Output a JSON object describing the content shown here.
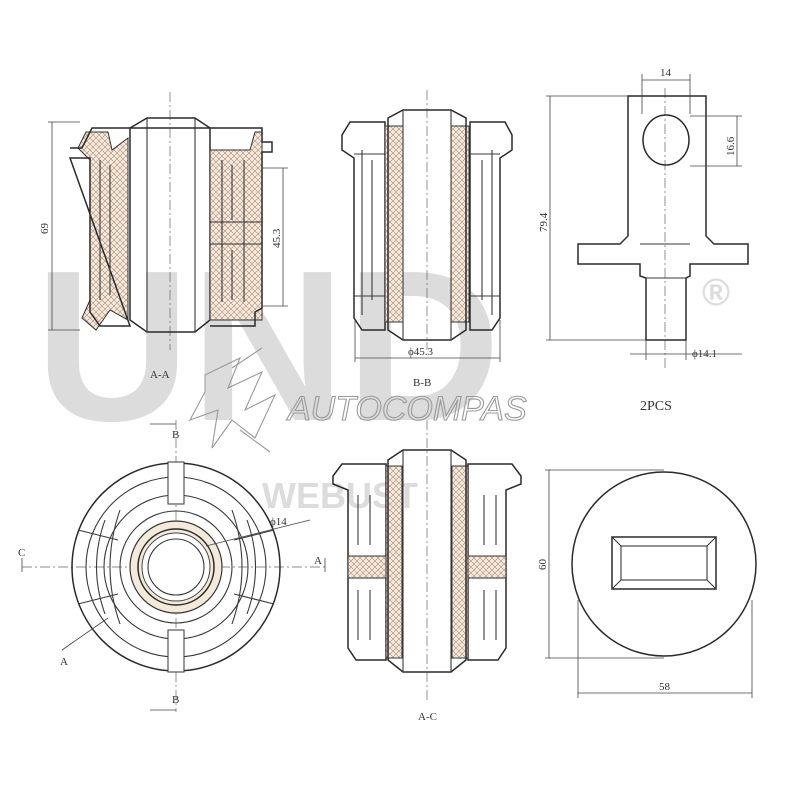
{
  "watermark": {
    "brand_text": "UND",
    "registered_mark": "®",
    "brand_name": "AUTOCOMPAS",
    "sub_text": "WEBUST"
  },
  "dimensions": {
    "aa_height": "69",
    "aa_inner": "45.3",
    "bb_diameter": "ϕ45.3",
    "pin_width": "14",
    "pin_hole": "16.6",
    "pin_height": "79.4",
    "pin_diameter": "ϕ14.1",
    "front_diameter": "ϕ14",
    "cap_height": "60",
    "cap_width": "58"
  },
  "section_labels": {
    "aa": "A-A",
    "bb": "B-B",
    "ac": "A-C",
    "cut_b_top": "B",
    "cut_b_bottom": "B",
    "cut_c": "C",
    "cut_a_right": "A",
    "cut_a_bottom": "A"
  },
  "quantity_note": "2PCS"
}
